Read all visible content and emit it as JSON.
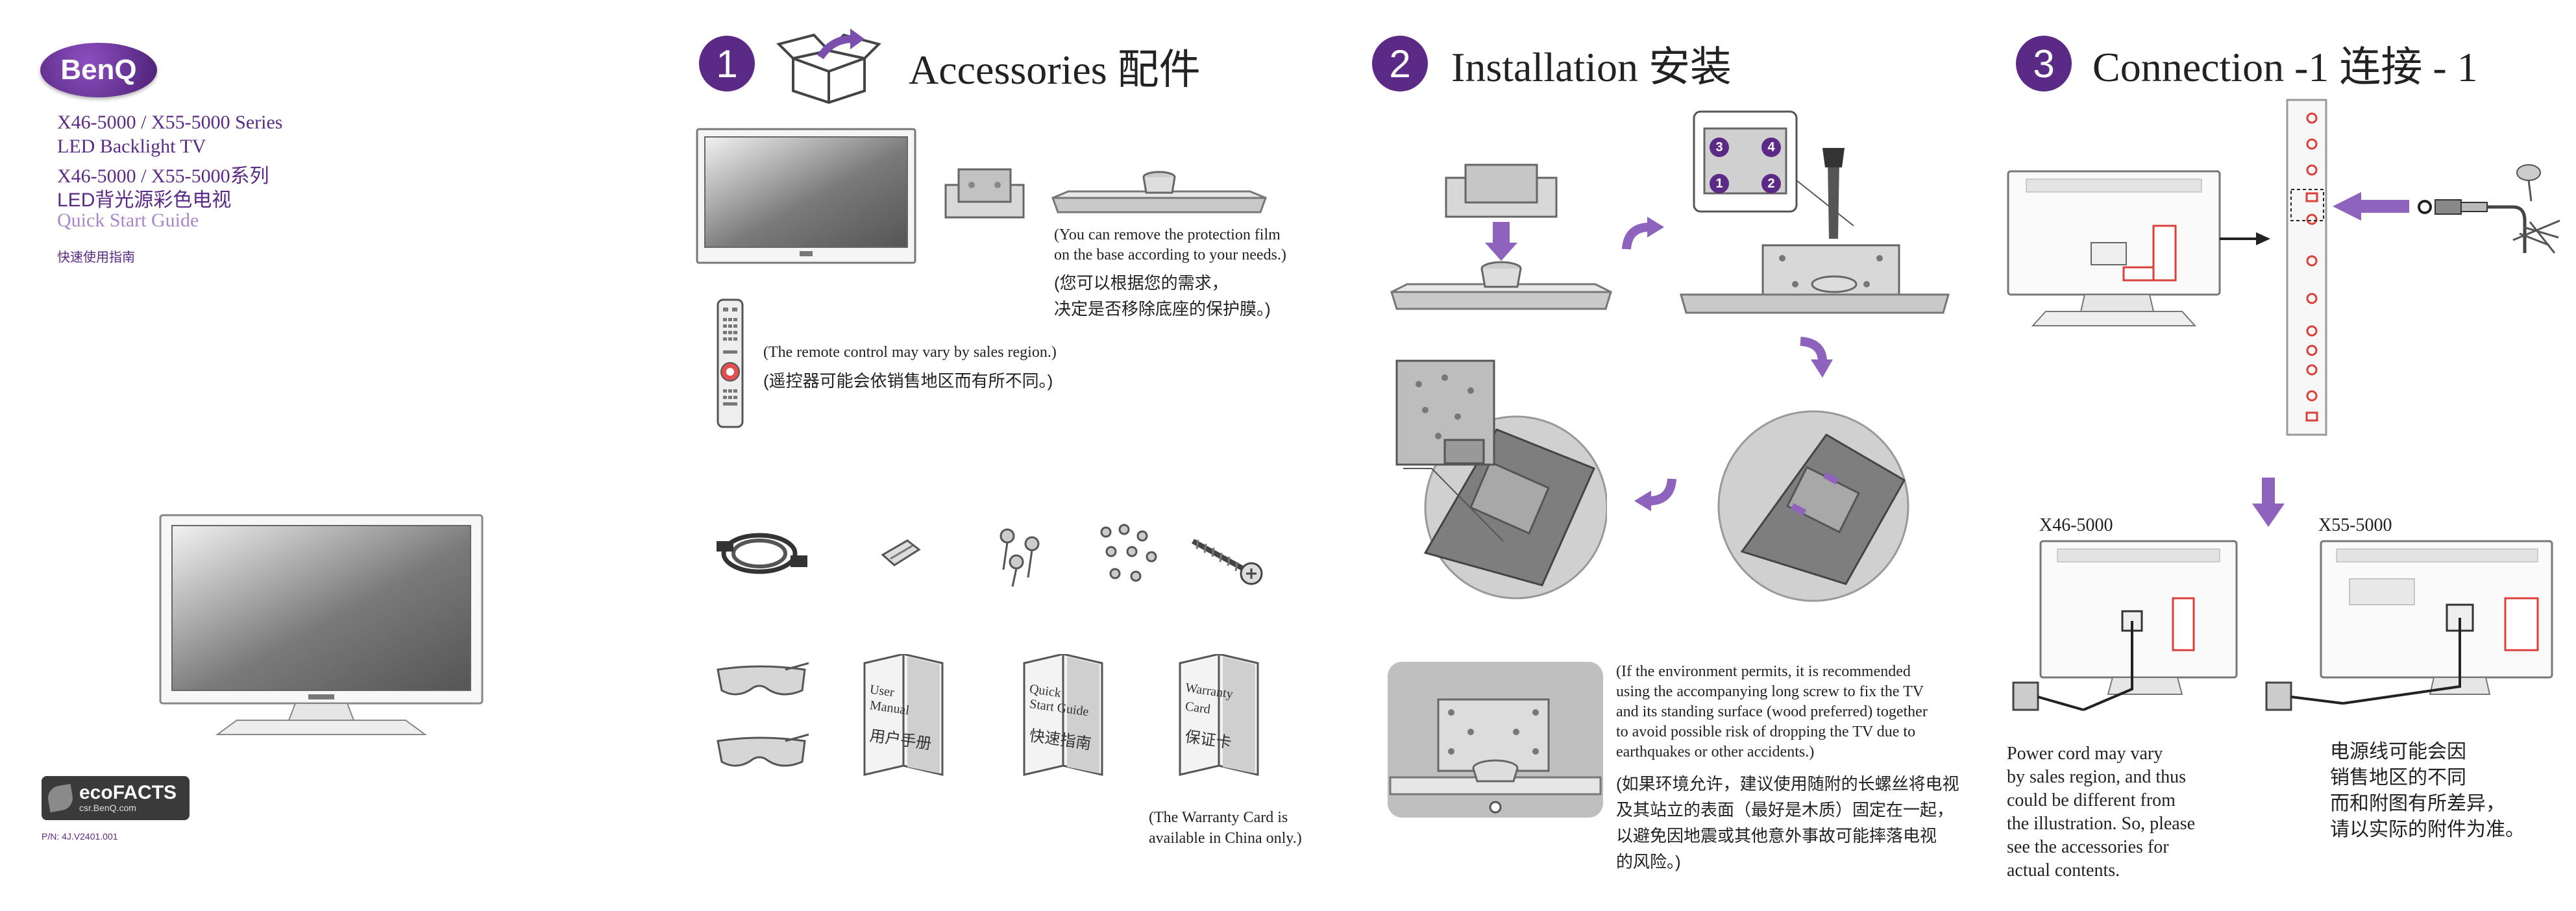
{
  "brand": {
    "logo": "BenQ",
    "model_line1": "X46-5000 / X55-5000 Series",
    "model_line2": "LED Backlight TV",
    "model_line3": "X46-5000 / X55-5000系列",
    "model_line4": "LED背光源彩色电视",
    "guide_en": "Quick Start Guide",
    "guide_cn": "快速使用指南",
    "ecofacts_logo": "ecoFACTS",
    "ecofacts_url": "csr.BenQ.com",
    "part_number": "P/N: 4J.V2401.001"
  },
  "section1": {
    "number": "1",
    "title": "Accessories 配件",
    "note_base_en1": "(You can remove the protection film",
    "note_base_en2": "on the base according to your needs.)",
    "note_base_cn1": "(您可以根据您的需求，",
    "note_base_cn2": "决定是否移除底座的保护膜。)",
    "note_remote_en": "(The remote control may vary by sales region.)",
    "note_remote_cn": "(遥控器可能会依销售地区而有所不同。)",
    "manual_en1": "User",
    "manual_en2": "Manual",
    "manual_cn": "用户手册",
    "qsg_en1": "Quick",
    "qsg_en2": "Start Guide",
    "qsg_cn": "快速指南",
    "warranty_en1": "Warranty",
    "warranty_en2": "Card",
    "warranty_cn": "保证卡",
    "warranty_note1": "(The Warranty Card is",
    "warranty_note2": "available in China only.)"
  },
  "section2": {
    "number": "2",
    "title": "Installation 安装",
    "screw_labels": [
      "3",
      "4",
      "1",
      "2"
    ],
    "note_en": [
      "(If the environment permits, it is recommended",
      "using the accompanying long screw to fix the TV",
      "and its standing surface (wood preferred) together",
      "to avoid possible risk of dropping the TV due to",
      "earthquakes or other accidents.)"
    ],
    "note_cn": [
      "(如果环境允许，建议使用随附的长螺丝将电视",
      "及其站立的表面（最好是木质）固定在一起，",
      "以避免因地震或其他意外事故可能摔落电视",
      "的风险。)"
    ]
  },
  "section3": {
    "number": "3",
    "title": "Connection -1 连接 - 1",
    "model_a": "X46-5000",
    "model_b": "X55-5000",
    "power_en": [
      "Power cord may vary",
      "by sales region, and thus",
      "could be different from",
      "the illustration.  So, please",
      "see the accessories for",
      "actual contents."
    ],
    "power_cn": [
      "电源线可能会因",
      "销售地区的不同",
      "而和附图有所差异，",
      "请以实际的附件为准。"
    ]
  },
  "colors": {
    "accent": "#5b2a86",
    "accent_light": "#8a5cb8",
    "arrow": "#8e63bd",
    "port_red": "#d9403a"
  }
}
